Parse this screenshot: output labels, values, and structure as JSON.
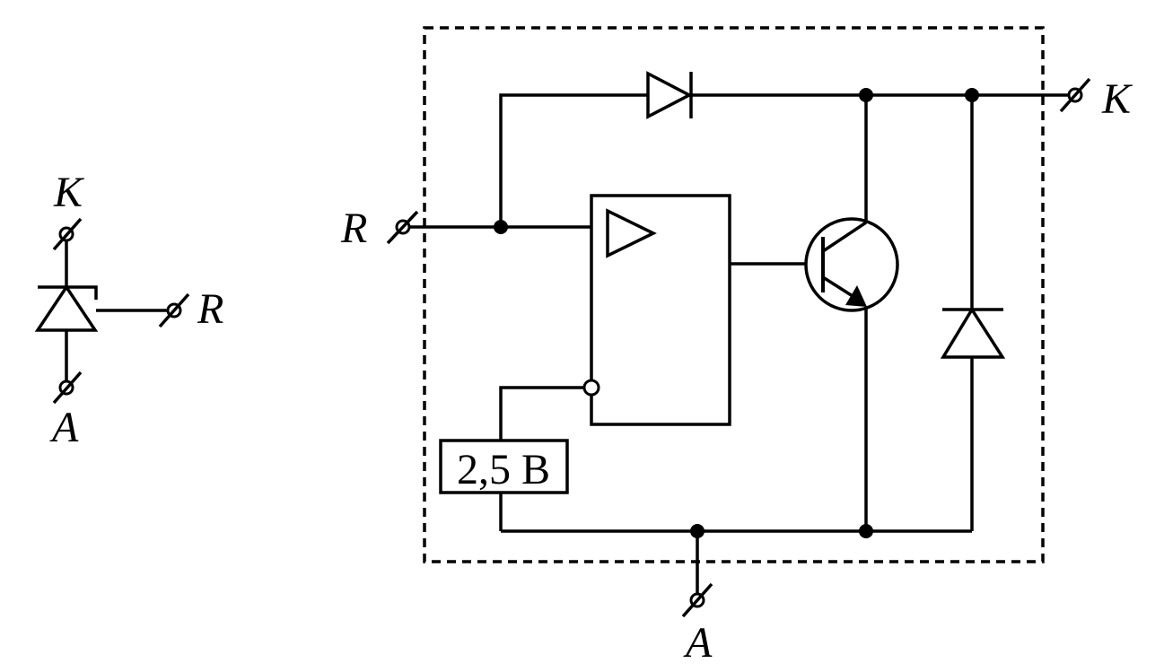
{
  "symbol": {
    "terminals": {
      "cathode": "K",
      "anode": "A",
      "reference": "R"
    }
  },
  "circuit": {
    "terminals": {
      "cathode": "K",
      "anode": "A",
      "reference": "R"
    },
    "voltage_reference": "2,5 В",
    "colors": {
      "line": "#000000",
      "background": "#ffffff"
    }
  }
}
